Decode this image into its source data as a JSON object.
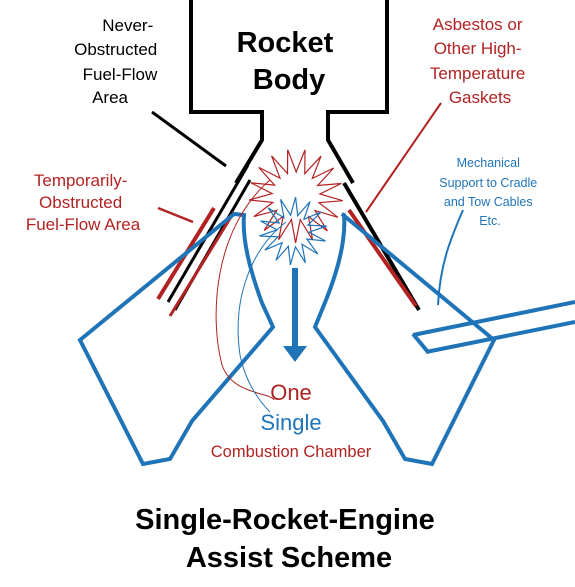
{
  "labels": {
    "rocket_body": [
      "Rocket",
      "Body"
    ],
    "never_obstructed": [
      "Never-",
      "Obstructed",
      "Fuel-Flow",
      "Area"
    ],
    "asbestos": [
      "Asbestos or",
      "Other High-",
      "Temperature",
      "Gaskets"
    ],
    "temporarily_obstructed": [
      "Temporarily-",
      "Obstructed",
      "Fuel-Flow Area"
    ],
    "mechanical_support": [
      "Mechanical",
      "Support to Cradle",
      "and Tow Cables",
      "Etc."
    ],
    "one": "One",
    "single": "Single",
    "combustion_chamber": "Combustion Chamber",
    "title": [
      "Single-Rocket-Engine",
      "Assist Scheme"
    ]
  },
  "colors": {
    "black": "#000000",
    "red": "#b22222",
    "blue": "#1f74b8"
  }
}
